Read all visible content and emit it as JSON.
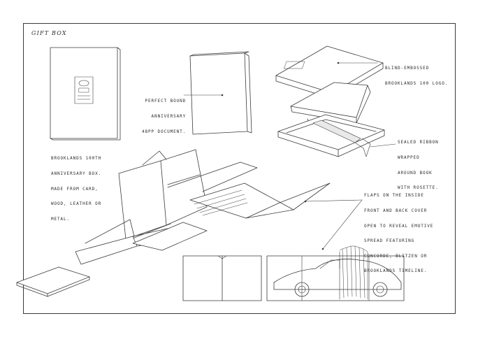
{
  "title": "GIFT BOX",
  "notes": {
    "box": [
      "BROOKLANDS 100TH",
      "ANNIVERSARY BOX.",
      "MADE FROM CARD,",
      "WOOD, LEATHER OR",
      "METAL."
    ],
    "document": [
      "PERFECT BOUND",
      "ANNIVERSARY",
      "48PP DOCUMENT."
    ],
    "logo": [
      "BLIND-EMBOSSED",
      "BROOKLANDS 100 LOGO."
    ],
    "ribbon": [
      "SEALED RIBBON",
      "WRAPPED",
      "AROUND BOOK",
      "WITH ROSETTE."
    ],
    "flaps": [
      "FLAPS ON THE INSIDE",
      "FRONT AND BACK COVER",
      "OPEN TO REVEAL EMOTIVE",
      "SPREAD FEATURING",
      "CONCORDE, BLITZEN OR",
      "BROOKLANDS TIMELINE."
    ]
  },
  "colors": {
    "line": "#3a3a3a",
    "paper": "#ffffff",
    "shade": "#e9e9e9"
  }
}
